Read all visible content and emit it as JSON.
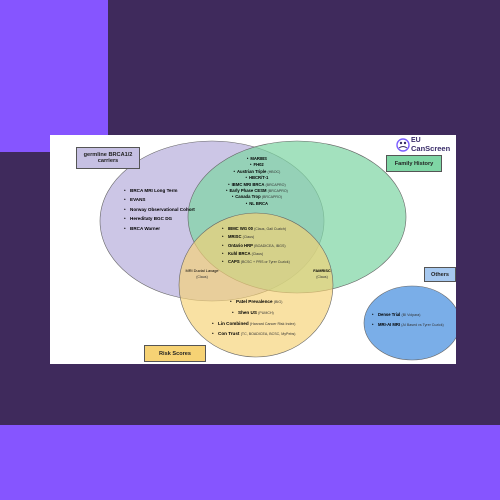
{
  "colors": {
    "page_bg": "#3f2a5c",
    "accent": "#8655ff",
    "brca_circle": "#c6c0e3",
    "family_circle": "#7fd6a5",
    "risk_circle": "#f6d274",
    "others_circle": "#7aaee8",
    "risk_label_bg": "#f6d274",
    "others_label_bg": "#a6c8ef",
    "family_label_bg": "#7fd6a5"
  },
  "logo": {
    "line1": "EU",
    "line2": "CanScreen",
    "icon": "people-circle-icon"
  },
  "labels": {
    "brca": "germline BRCA1/2 carriers",
    "family": "Family History",
    "risk": "Risk Scores",
    "others": "Others"
  },
  "brca_items": [
    "BRCA MRI Long Term",
    "EVANS",
    "Norway Observational Cohort",
    "Hereditaty BGC DG",
    "BRCA Warner"
  ],
  "family_items": [
    {
      "name": "MARIBS",
      "note": ""
    },
    {
      "name": "FH02",
      "note": ""
    },
    {
      "name": "Austrian Triple",
      "note": "(HBOC)"
    },
    {
      "name": "HBCR/T-1",
      "note": ""
    },
    {
      "name": "IBMC MRI BRCA",
      "note": "(BRCAPRO)"
    },
    {
      "name": "Early Phase CESM",
      "note": "(BRCAPRO)"
    },
    {
      "name": "Canada Trop",
      "note": "(BRCAPRO)"
    },
    {
      "name": "NL BRCA",
      "note": ""
    }
  ],
  "center_items": [
    {
      "name": "IBMC WG 00",
      "note": "(Claus, Gail Cuzich)"
    },
    {
      "name": "MRISC",
      "note": "(Claus)"
    },
    {
      "name": "Ontario HRP",
      "note": "(BOADICEA, IBGS)"
    },
    {
      "name": "Kuhl BRCA",
      "note": "(Claus)"
    },
    {
      "name": "CAPS",
      "note": "(BCSC + PRS or Tyrer Cuzick)"
    }
  ],
  "left_overlap": {
    "name": "MRI Ductal Lavage",
    "note": "(Claus)"
  },
  "right_overlap": {
    "name": "FAMRISC",
    "note": "(Claus)"
  },
  "risk_items": [
    {
      "name": "Patel Prevalence",
      "note": "(BIG)"
    },
    {
      "name": "Shen US",
      "note": "(PUMCH)"
    },
    {
      "name": "Lin Combined",
      "note": "(Harvard Cancer Risk Index)"
    },
    {
      "name": "Con Trust",
      "note": "(TC, BOADICEA, BCSC, MyPebs)"
    }
  ],
  "others_items": [
    {
      "name": "Dense Trial",
      "note": "(BI Volpara)"
    },
    {
      "name": "MRI-AI MRI",
      "note": "(AI Based vs Tyrer Cuzick)"
    }
  ]
}
